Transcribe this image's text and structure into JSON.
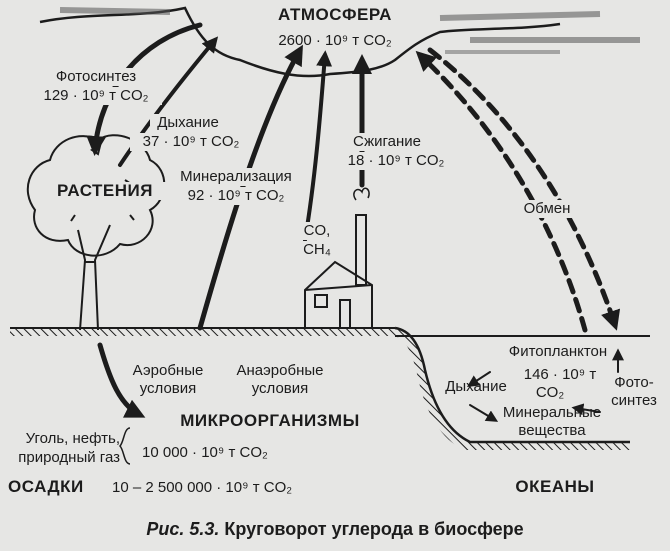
{
  "nodes": {
    "atmosphere": {
      "title": "АТМОСФЕРА",
      "value": "2600 · 10⁹ т CO₂"
    },
    "plants": {
      "title": "РАСТЕНИЯ"
    },
    "microorganisms": {
      "title": "МИКРООРГАНИЗМЫ",
      "value": "10 000 · 10⁹ т CO₂"
    },
    "fossil": {
      "line1": "Уголь, нефть,",
      "line2": "природный газ"
    },
    "sediments": {
      "title": "ОСАДКИ",
      "value": "10 – 2 500 000 · 10⁹ т CO₂"
    },
    "oceans": {
      "title": "ОКЕАНЫ"
    },
    "phytoplankton": {
      "title": "Фитопланктон",
      "value_line1": "146 · 10⁹ т",
      "value_line2": "CO₂"
    }
  },
  "flows": {
    "photosynthesis": {
      "label": "Фотосинтез",
      "value": "129 · 10⁹ т CO₂"
    },
    "respiration": {
      "label": "Дыхание",
      "value": "37 · 10⁹ т CO₂"
    },
    "mineralization": {
      "label": "Минерализация",
      "value": "92 · 10⁹ т CO₂"
    },
    "burning": {
      "label": "Сжигание",
      "value": "18 · 10⁹ т CO₂"
    },
    "gases": {
      "line1": "CO,",
      "line2": "CH₄"
    },
    "exchange": {
      "label": "Обмен"
    },
    "aerobic": {
      "line1": "Аэробные",
      "line2": "условия"
    },
    "anaerobic": {
      "line1": "Анаэробные",
      "line2": "условия"
    },
    "ocean_respiration": {
      "label": "Дыхание"
    },
    "ocean_minerals": {
      "line1": "Минеральные",
      "line2": "вещества"
    },
    "ocean_photosynthesis": {
      "line1": "Фото-",
      "line2": "синтез"
    }
  },
  "caption": {
    "prefix": "Рис. 5.3.",
    "text": " Круговорот углерода в биосфере"
  }
}
